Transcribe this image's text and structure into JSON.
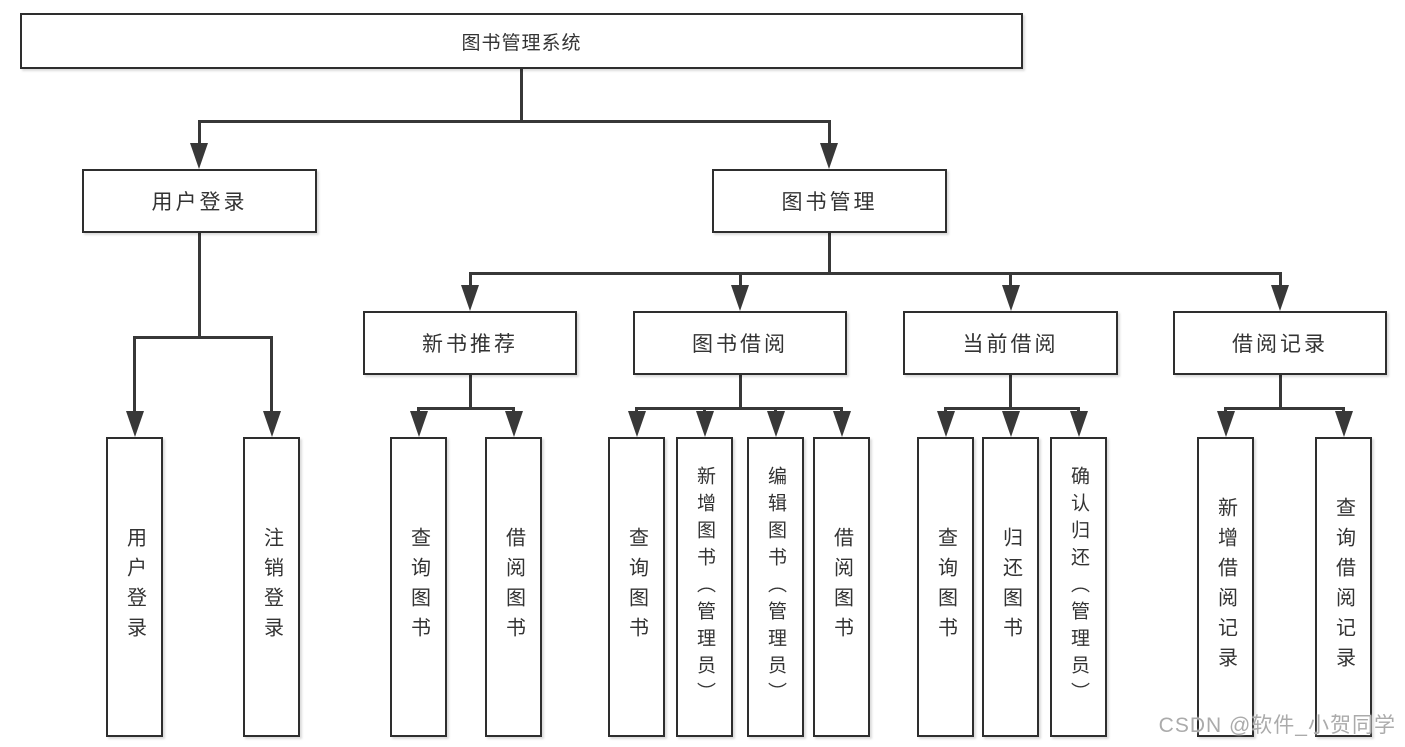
{
  "colors": {
    "line": "#383838",
    "box_border": "#2e2e2e",
    "box_background": "#ffffff",
    "text": "#333333",
    "watermark_text_color": "#ababab"
  },
  "tree": {
    "root": {
      "label": "图书管理系统"
    },
    "branches": [
      {
        "label": "用户登录",
        "children": [
          {
            "label": "用户登录"
          },
          {
            "label": "注销登录"
          }
        ]
      },
      {
        "label": "图书管理",
        "children": [
          {
            "label": "新书推荐",
            "children": [
              {
                "label": "查询图书"
              },
              {
                "label": "借阅图书"
              }
            ]
          },
          {
            "label": "图书借阅",
            "children": [
              {
                "label": "查询图书"
              },
              {
                "label": "新增图书（管理员）"
              },
              {
                "label": "编辑图书（管理员）"
              },
              {
                "label": "借阅图书"
              }
            ]
          },
          {
            "label": "当前借阅",
            "children": [
              {
                "label": "查询图书"
              },
              {
                "label": "归还图书"
              },
              {
                "label": "确认归还（管理员）"
              }
            ]
          },
          {
            "label": "借阅记录",
            "children": [
              {
                "label": "新增借阅记录"
              },
              {
                "label": "查询借阅记录"
              }
            ]
          }
        ]
      }
    ]
  },
  "watermark": {
    "text": "CSDN @软件_小贺同学"
  }
}
